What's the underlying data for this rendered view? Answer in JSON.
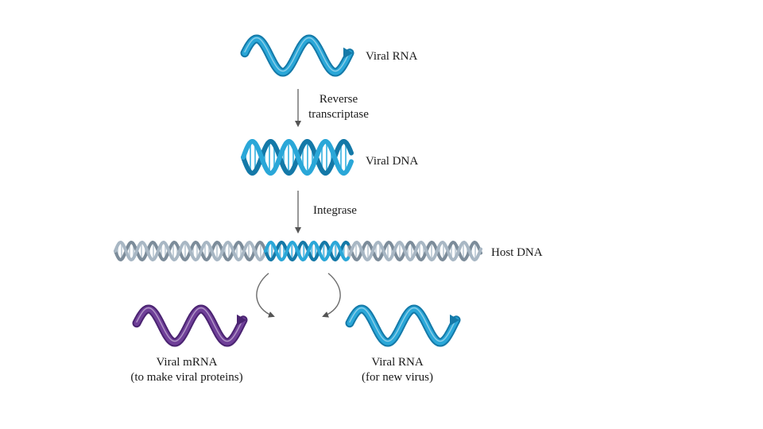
{
  "labels": {
    "viral_rna_top": "Viral RNA",
    "reverse": "Reverse",
    "transcriptase": "transcriptase",
    "viral_dna": "Viral DNA",
    "integrase": "Integrase",
    "host_dna": "Host DNA",
    "mrna_title": "Viral mRNA",
    "mrna_note": "(to make viral proteins)",
    "rna_title": "Viral RNA",
    "rna_note": "(for new virus)"
  },
  "colors": {
    "viral_blue": "#2aa7d8",
    "viral_blue_dark": "#1479a8",
    "host_gray": "#a8b7c4",
    "host_gray_dark": "#7c8c9a",
    "mrna_purple": "#6f3f98",
    "mrna_purple_dark": "#4a2371",
    "arrow": "#6b6b6b"
  }
}
